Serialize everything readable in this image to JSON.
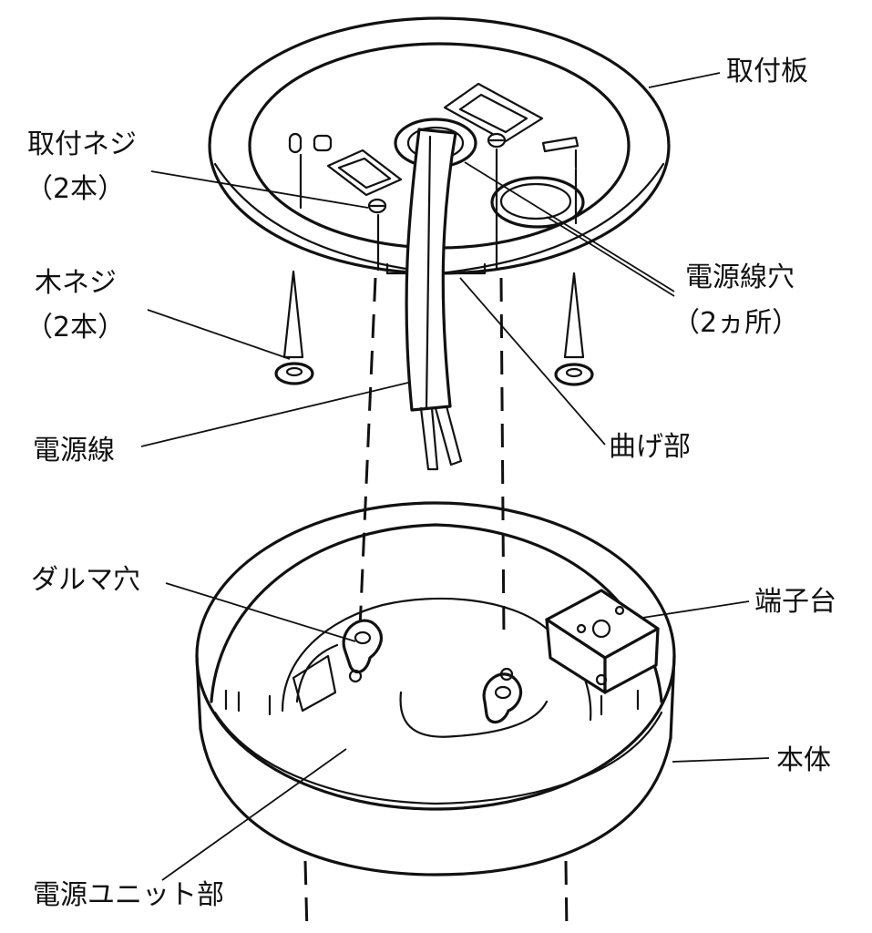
{
  "labels": {
    "mounting_plate": "取付板",
    "mounting_screw": "取付ネジ",
    "mounting_screw_count": "（2本）",
    "wood_screw": "木ネジ",
    "wood_screw_count": "（2本）",
    "cable_hole": "電源線穴",
    "cable_hole_count": "（2ヵ所）",
    "power_cable": "電源線",
    "bend_part": "曲げ部",
    "keyhole": "ダルマ穴",
    "terminal_block": "端子台",
    "main_body": "本体",
    "power_unit": "電源ユニット部"
  }
}
